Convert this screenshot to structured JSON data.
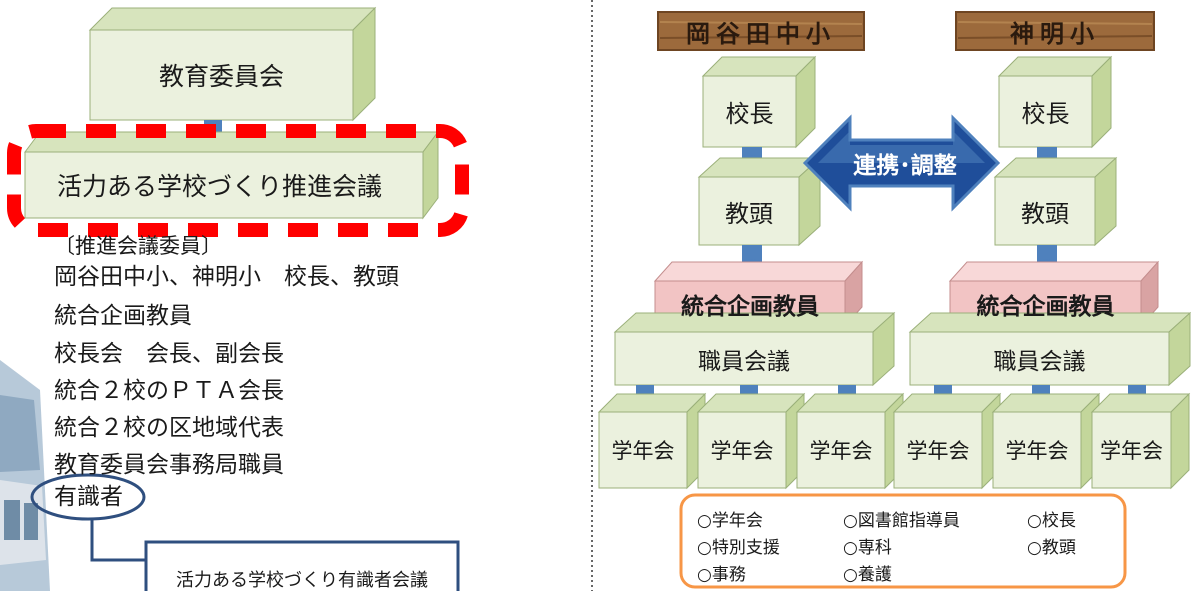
{
  "left": {
    "committee": "教育委員会",
    "council": "活力ある学校づくり推進会議",
    "members_heading": "〔推進会議委員〕",
    "members": [
      "岡谷田中小、神明小　校長、教頭",
      "統合企画教員",
      "校長会　会長、副会長",
      "統合２校のＰＴＡ会長",
      "統合２校の区地域代表",
      "教育委員会事務局職員"
    ],
    "experts": "有識者",
    "expert_meeting": "活力ある学校づくり有識者会議"
  },
  "right": {
    "school_a": "岡谷田中小",
    "school_b": "神明小",
    "principal": "校長",
    "vice_principal": "教頭",
    "coord_teacher": "統合企画教員",
    "staff_meeting": "職員会議",
    "grade_meeting": "学年会",
    "link_label": "連携･調整",
    "legend": [
      "○学年会",
      "○図書館指導員",
      "○校長",
      "○特別支援",
      "○専科",
      "○教頭",
      "○事務",
      "○養護"
    ]
  },
  "colors": {
    "box_front": "#ebf1de",
    "box_top": "#d7e4bd",
    "box_side": "#c3d69b",
    "pink_front": "#f2c4c4",
    "pink_top": "#f8d8d8",
    "pink_side": "#d9a3a3",
    "pipe": "#4f81bd",
    "dashed_red": "#ff0000",
    "legend_border": "#f79646",
    "ellipse": "#2f4f7f"
  }
}
